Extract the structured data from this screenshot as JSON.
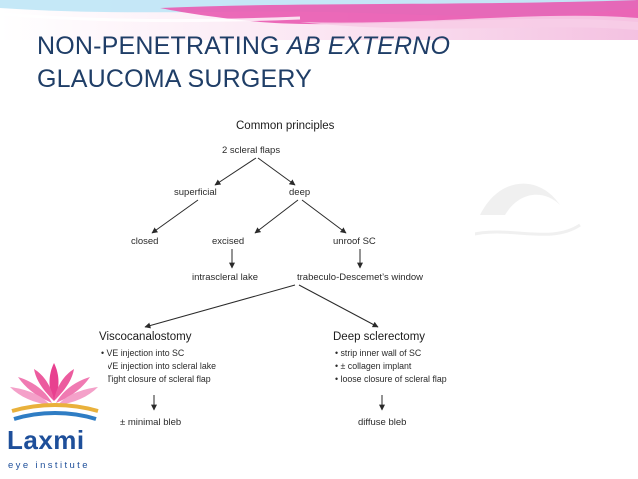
{
  "slide": {
    "title_line1_prefix": "NON-PENETRATING ",
    "title_line1_em": "AB EXTERNO",
    "title_line2": "GLAUCOMA SURGERY"
  },
  "diagram": {
    "root": "Common principles",
    "level1": "2 scleral flaps",
    "superficial": "superficial",
    "deep": "deep",
    "closed": "closed",
    "excised": "excised",
    "unroof": "unroof SC",
    "lake": "intrascleral lake",
    "window": "trabeculo-Descemet’s window",
    "viscocanalostomy": {
      "heading": "Viscocanalostomy",
      "bullets": [
        "VE injection into SC",
        "VE injection into scleral lake",
        "Tight closure of scleral flap"
      ],
      "outcome": "± minimal bleb"
    },
    "deep_sclerectomy": {
      "heading": "Deep sclerectomy",
      "bullets": [
        "strip inner wall of SC",
        "± collagen implant",
        "loose closure of scleral flap"
      ],
      "outcome": "diffuse bleb"
    }
  },
  "logo": {
    "name": "Laxmi",
    "subtitle": "eye institute"
  },
  "colors": {
    "title": "#1f3e67",
    "banner_pink": "#e95bb1",
    "banner_blue": "#a9dcf1",
    "logo_blue": "#1e4f9a",
    "logo_pink": "#e8408f"
  }
}
